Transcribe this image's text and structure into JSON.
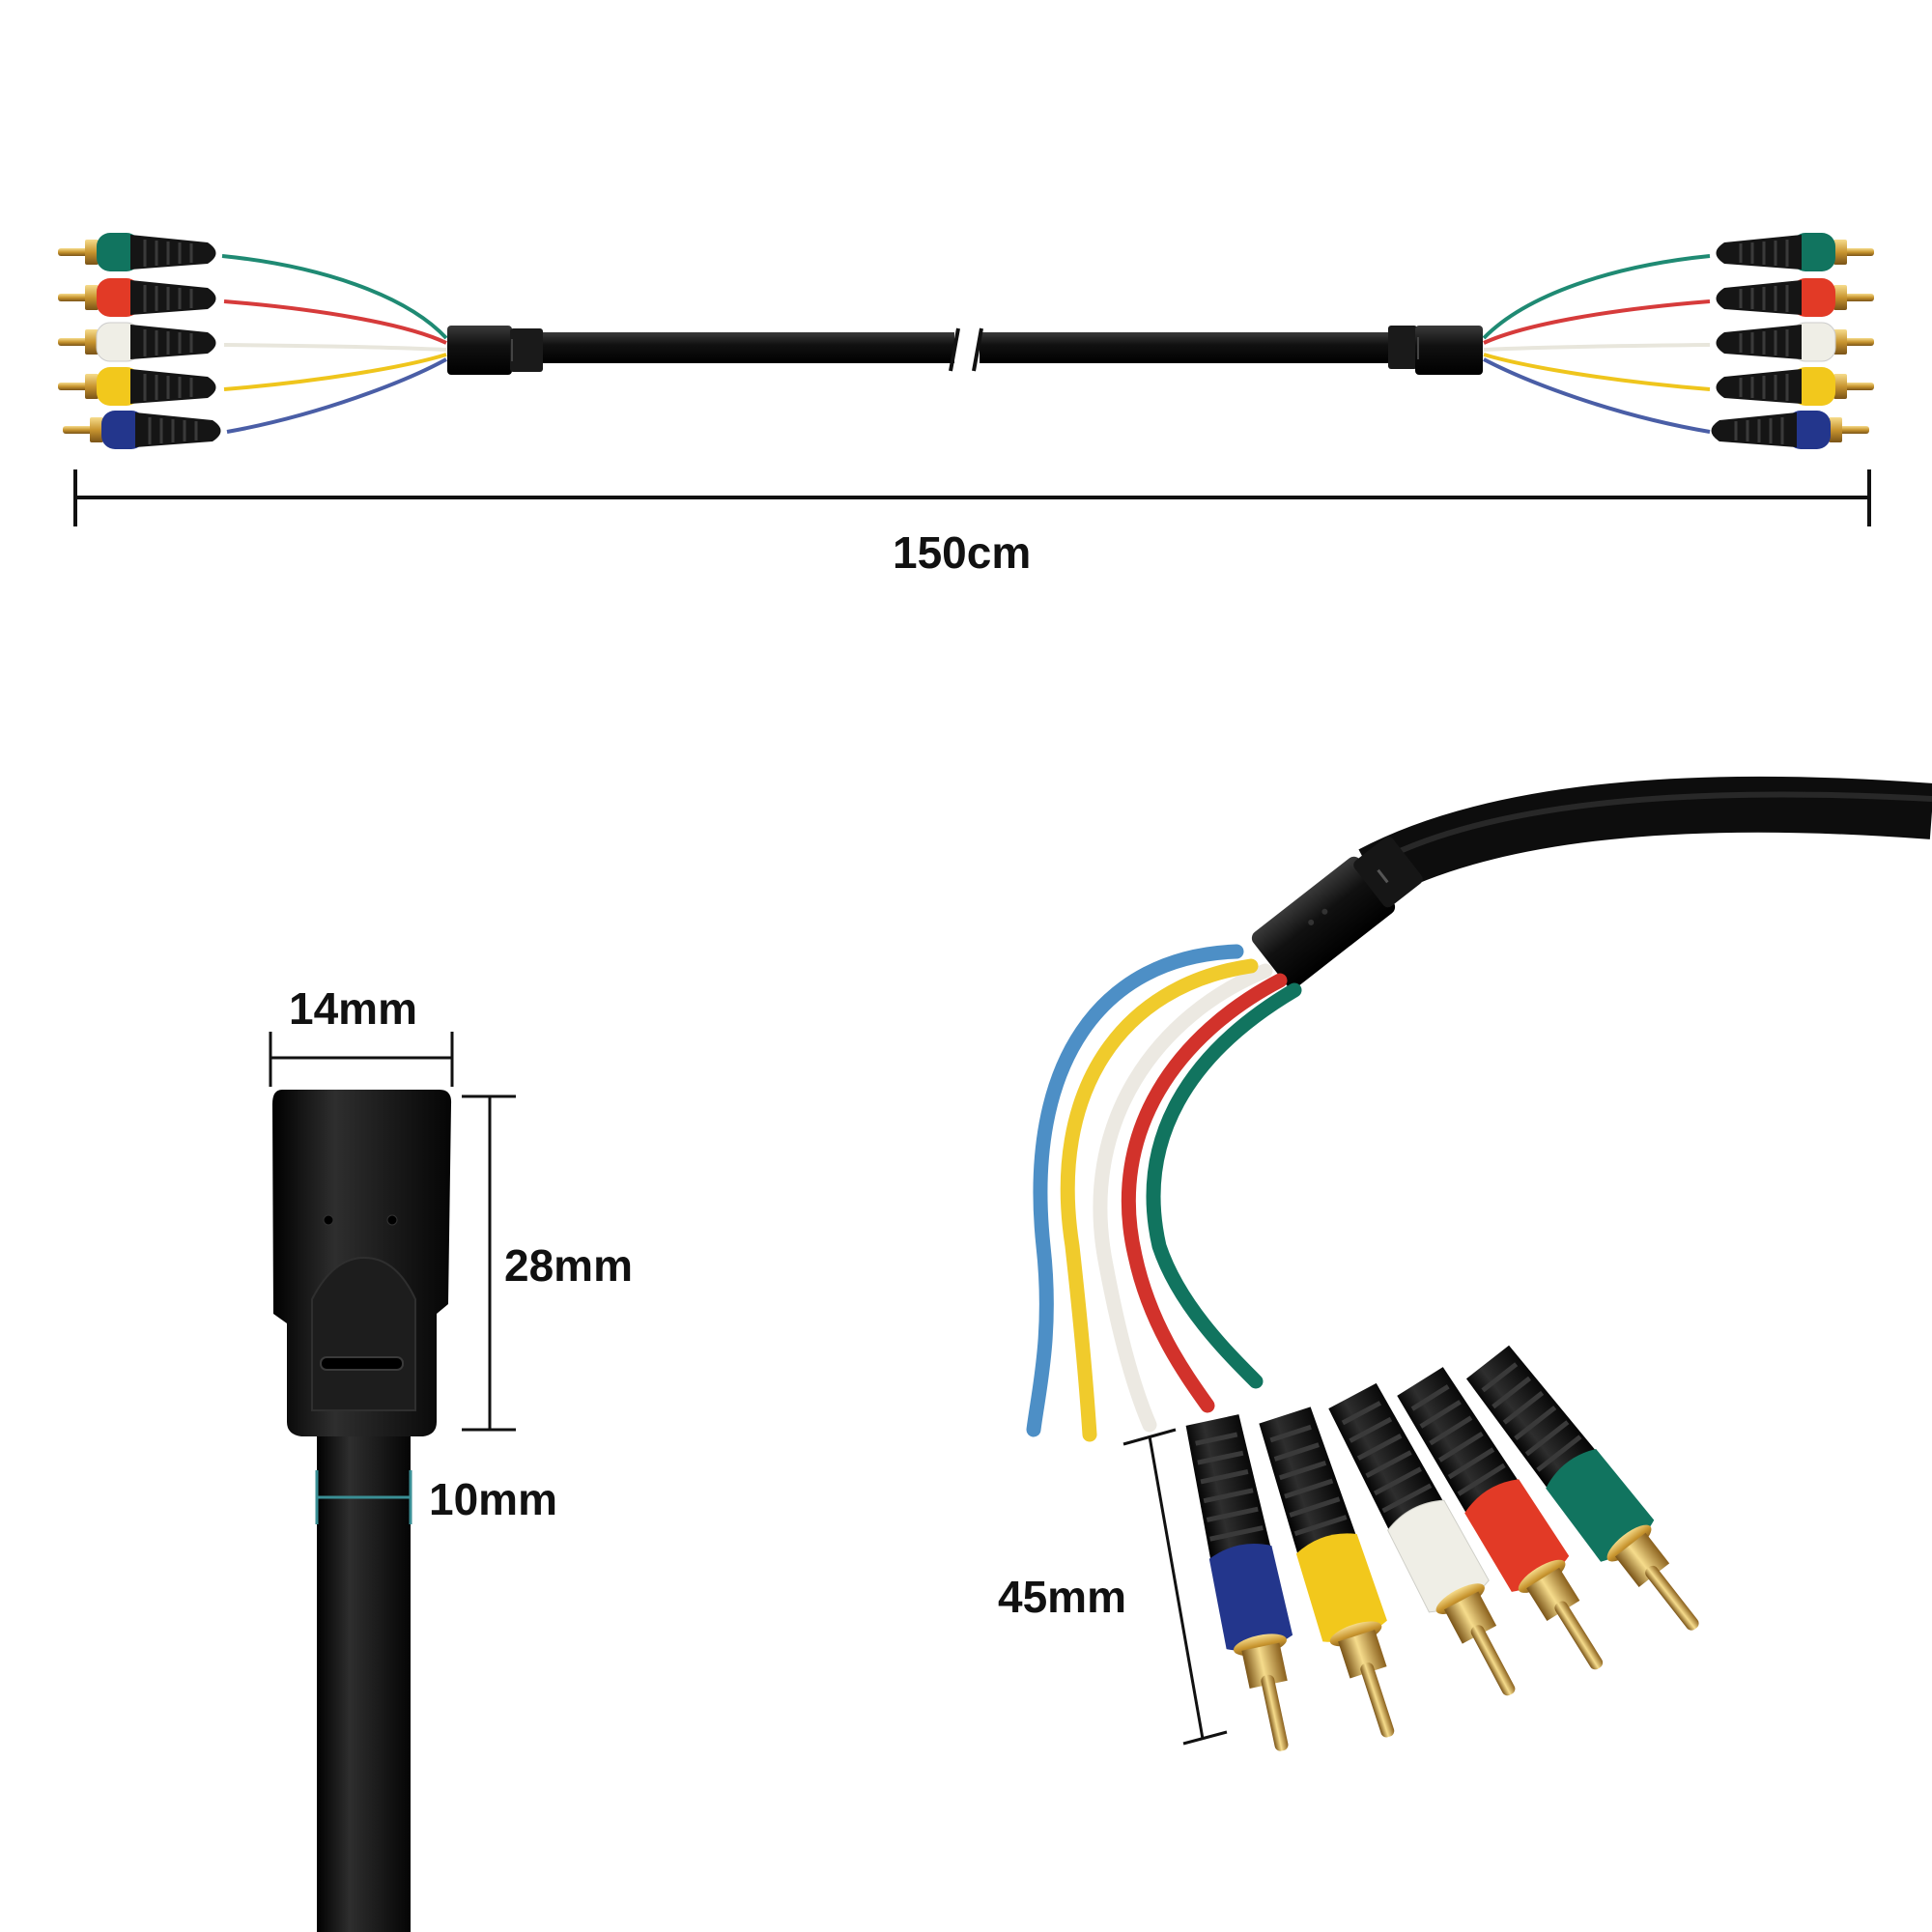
{
  "dimensions": {
    "total_length": "150cm",
    "splitter_width": "14mm",
    "splitter_length": "28mm",
    "cable_diameter": "10mm",
    "plug_length": "45mm"
  },
  "colors": {
    "cable": "#121212",
    "green": "#11745f",
    "red": "#e23a26",
    "white": "#efeee6",
    "yellow": "#f2c81c",
    "blue": "#23368c",
    "light_blue": "#4d8fc6",
    "gold": "#d7a446",
    "dim_teal": "#3a8f95"
  },
  "icons": {
    "plug": "rca-plug-icon",
    "splitter": "splitter-icon"
  }
}
